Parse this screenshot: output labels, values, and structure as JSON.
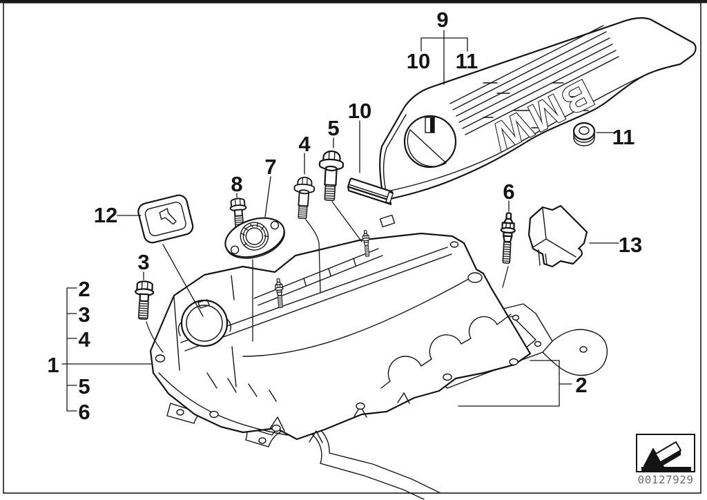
{
  "figure": {
    "kind": "exploded-parts-diagram",
    "brand_text": "BMW",
    "image_code": "00127929"
  },
  "labels": {
    "l9": "9",
    "l10a": "10",
    "l11a": "11",
    "l10b": "10",
    "l5": "5",
    "l4": "4",
    "l7": "7",
    "l8": "8",
    "l12": "12",
    "l3a": "3",
    "l6": "6",
    "l11b": "11",
    "l13": "13",
    "lc2": "2",
    "lc3": "3",
    "lc4": "4",
    "lc1": "1",
    "lc5": "5",
    "lc6": "6",
    "r2": "2"
  }
}
